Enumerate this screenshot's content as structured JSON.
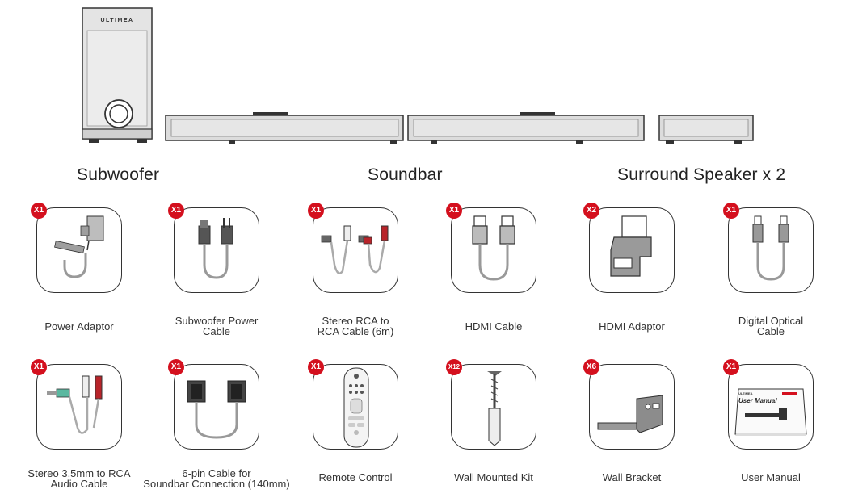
{
  "products": {
    "brand": "ULTIMEA",
    "subwoofer_label": "Subwoofer",
    "soundbar_label": "Soundbar",
    "surround_label": "Surround Speaker x 2"
  },
  "accessories": [
    {
      "qty": "X1",
      "line1": "Power Adaptor",
      "line2": "",
      "icon": "power-adaptor-icon"
    },
    {
      "qty": "X1",
      "line1": "Subwoofer Power",
      "line2": "Cable",
      "icon": "power-plug-cable-icon"
    },
    {
      "qty": "X1",
      "line1": "Stereo RCA to",
      "line2": "RCA Cable (6m)",
      "icon": "rca-cable-icon"
    },
    {
      "qty": "X1",
      "line1": "HDMI Cable",
      "line2": "",
      "icon": "hdmi-cable-icon"
    },
    {
      "qty": "X2",
      "line1": "HDMI Adaptor",
      "line2": "",
      "icon": "hdmi-adaptor-icon"
    },
    {
      "qty": "X1",
      "line1": "Digital Optical",
      "line2": "Cable",
      "icon": "optical-cable-icon"
    },
    {
      "qty": "X1",
      "line1": "Stereo 3.5mm to RCA",
      "line2": "Audio Cable",
      "icon": "aux-rca-cable-icon"
    },
    {
      "qty": "X1",
      "line1": "6-pin Cable for",
      "line2": "Soundbar Connection (140mm)",
      "icon": "six-pin-cable-icon"
    },
    {
      "qty": "X1",
      "line1": "Remote Control",
      "line2": "",
      "icon": "remote-control-icon"
    },
    {
      "qty": "X12",
      "line1": "Wall Mounted Kit",
      "line2": "",
      "icon": "wall-mount-kit-icon"
    },
    {
      "qty": "X6",
      "line1": "Wall Bracket",
      "line2": "",
      "icon": "wall-bracket-icon"
    },
    {
      "qty": "X1",
      "line1": "User Manual",
      "line2": "",
      "icon": "user-manual-icon"
    }
  ],
  "manual": {
    "title": "User Manual",
    "brand": "ULTIMEA"
  },
  "colors": {
    "badge": "#d4101e",
    "outline": "#333333",
    "panel": "#d8d8d8",
    "rca_red": "#b8242a",
    "aux_green": "#5ab8a0"
  }
}
